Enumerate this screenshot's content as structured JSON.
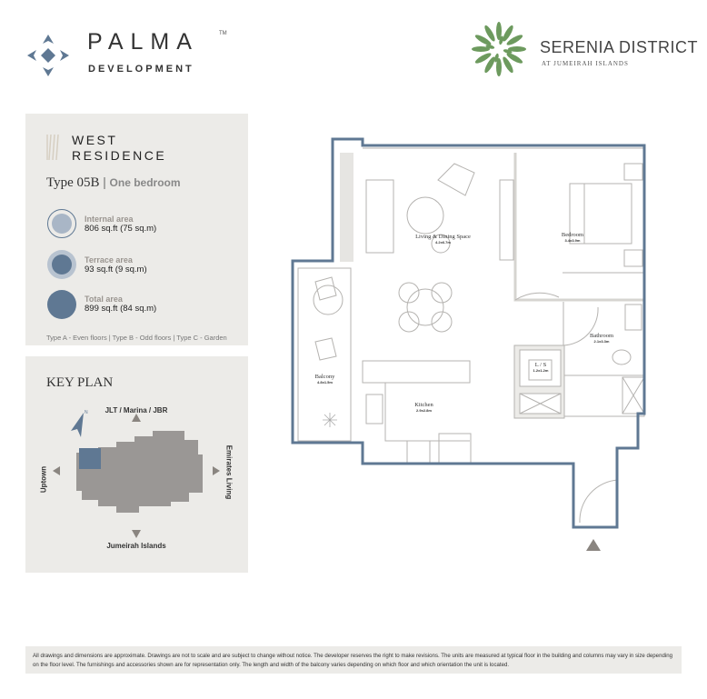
{
  "header": {
    "developer_name": "PALMA",
    "developer_tm": "TM",
    "developer_sub": "DEVELOPMENT",
    "project_name": "SERENIA DISTRICT",
    "project_sub": "AT JUMEIRAH ISLANDS"
  },
  "unit": {
    "building_line1": "WEST",
    "building_line2": "RESIDENCE",
    "type": "Type 05B",
    "separator": "|",
    "bedrooms": "One bedroom",
    "areas": [
      {
        "label": "Internal area",
        "value": "806 sq.ft (75 sq.m)"
      },
      {
        "label": "Terrace area",
        "value": "93 sq.ft (9 sq.m)"
      },
      {
        "label": "Total area",
        "value": "899 sq.ft (84 sq.m)"
      }
    ],
    "type_legend": "Type A - Even floors | Type B - Odd floors | Type C - Garden"
  },
  "key_plan": {
    "title": "KEY PLAN",
    "north": "N",
    "directions": {
      "top": "JLT / Marina / JBR",
      "bottom": "Jumeirah Islands",
      "left": "Uptown",
      "right": "Emirates Living"
    }
  },
  "floor_plan": {
    "rooms": [
      {
        "name": "Living & Dining Space",
        "dims": "4.2x6.7m"
      },
      {
        "name": "Bedroom",
        "dims": "3.4x3.9m"
      },
      {
        "name": "Bathroom",
        "dims": "2.1x3.3m"
      },
      {
        "name": "L / S",
        "dims": "1.2x1.2m"
      },
      {
        "name": "Balcony",
        "dims": "4.8x1.5m"
      },
      {
        "name": "Kitchen",
        "dims": "2.9x2.8m"
      }
    ]
  },
  "disclaimer": "All drawings and dimensions are approximate. Drawings are not to scale and are subject to change without notice. The developer reserves the right to make revisions. The units are measured at typical floor in the building and columns may vary in size depending on the floor level. The furnishings and accessories shown are for representation only. The length and width of the balcony varies depending on which floor and which orientation the unit is located.",
  "colors": {
    "accent": "#5f7893",
    "panel": "#ecebe8",
    "leaf": "#6d9a5e",
    "wall": "#c8c6c2"
  }
}
